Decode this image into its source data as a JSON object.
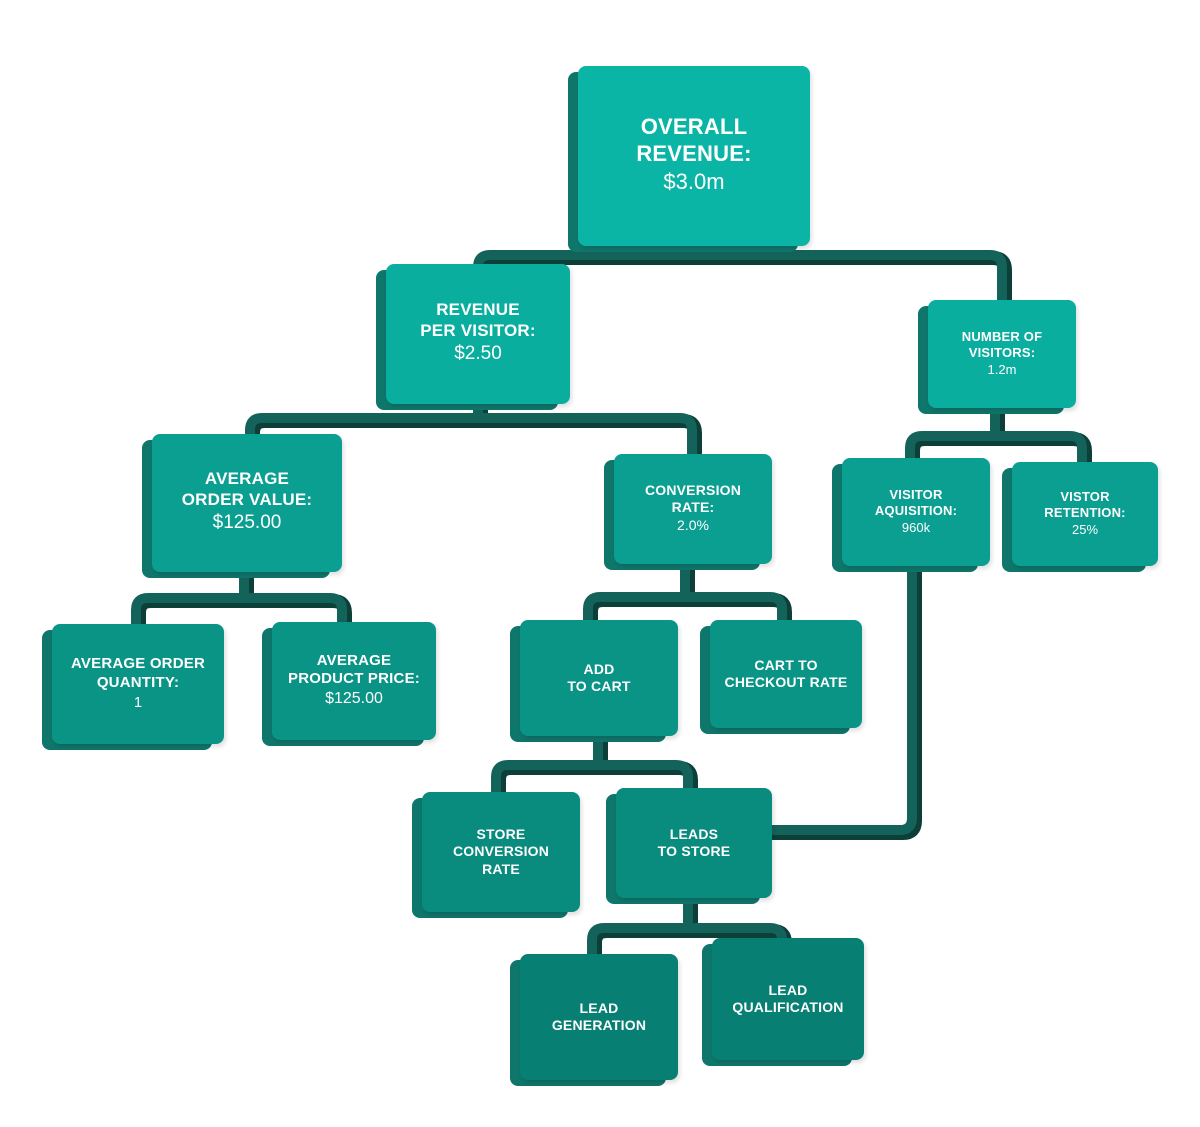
{
  "nodes": {
    "overall_revenue": {
      "title_1": "OVERALL",
      "title_2": "REVENUE:",
      "value": "$3.0m"
    },
    "revenue_per_visitor": {
      "title_1": "REVENUE",
      "title_2": "PER VISITOR:",
      "value": "$2.50"
    },
    "number_of_visitors": {
      "title_1": "NUMBER OF",
      "title_2": "VISITORS:",
      "value": "1.2m"
    },
    "average_order_value": {
      "title_1": "AVERAGE",
      "title_2": "ORDER VALUE:",
      "value": "$125.00"
    },
    "conversion_rate": {
      "title_1": "CONVERSION",
      "title_2": "RATE:",
      "value": "2.0%"
    },
    "visitor_acquisition": {
      "title_1": "VISITOR",
      "title_2": "AQUISITION:",
      "value": "960k"
    },
    "visitor_retention": {
      "title_1": "VISTOR",
      "title_2": "RETENTION:",
      "value": "25%"
    },
    "average_order_quantity": {
      "title_1": "AVERAGE ORDER",
      "title_2": "QUANTITY:",
      "value": "1"
    },
    "average_product_price": {
      "title_1": "AVERAGE",
      "title_2": "PRODUCT PRICE:",
      "value": "$125.00"
    },
    "add_to_cart": {
      "title_1": "ADD",
      "title_2": "TO CART"
    },
    "cart_to_checkout": {
      "title_1": "CART TO",
      "title_2": "CHECKOUT RATE"
    },
    "store_conversion": {
      "title_1": "STORE",
      "title_2": "CONVERSION",
      "title_3": "RATE"
    },
    "leads_to_store": {
      "title_1": "LEADS",
      "title_2": "TO STORE"
    },
    "lead_generation": {
      "title_1": "LEAD",
      "title_2": "GENERATION"
    },
    "lead_qualification": {
      "title_1": "LEAD",
      "title_2": "QUALIFICATION"
    }
  },
  "colors": {
    "top_face": "#0ab5a5",
    "lower_face": "#087f73",
    "connector": "#12574f"
  }
}
